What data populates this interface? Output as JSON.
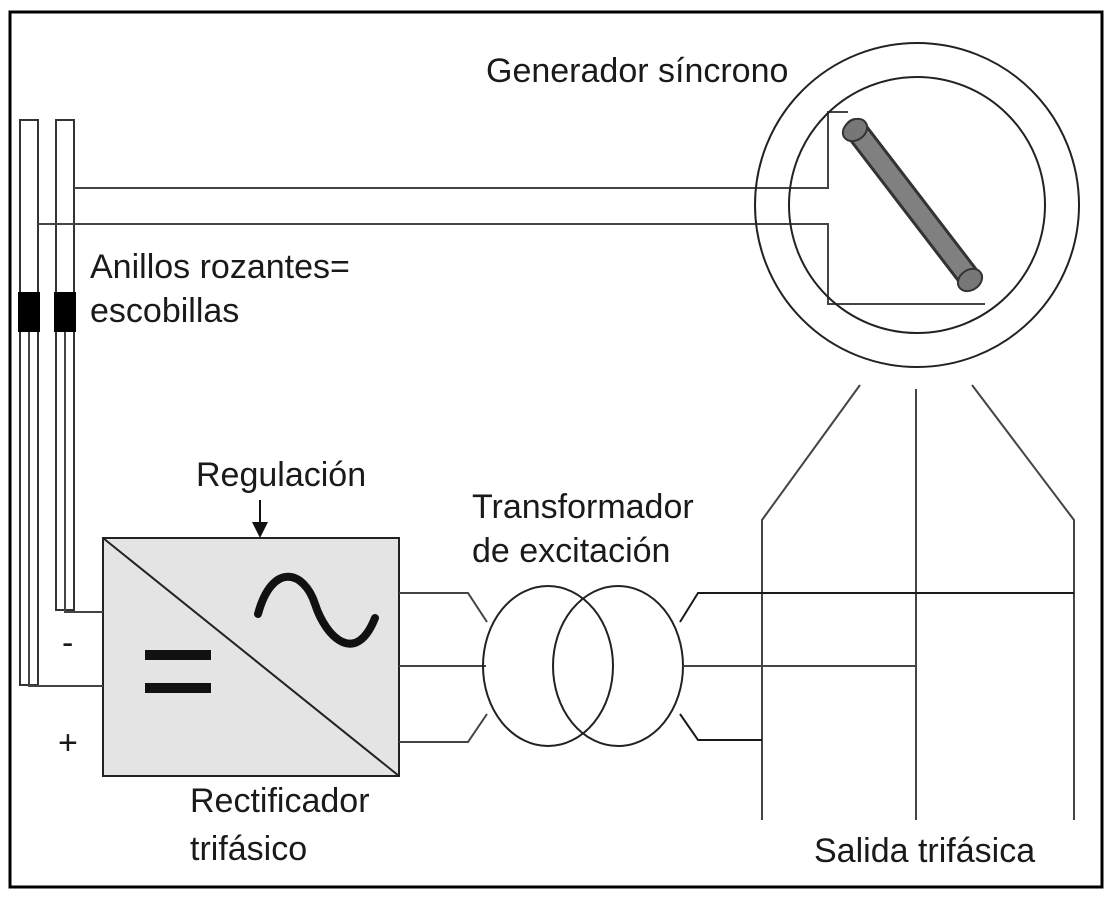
{
  "labels": {
    "generator": "Generador síncrono",
    "rings_line1": "Anillos rozantes=",
    "rings_line2": "escobillas",
    "regulation": "Regulación",
    "transformer_line1": "Transformador",
    "transformer_line2": "de excitación",
    "rectifier_line1": "Rectificador",
    "rectifier_line2": "trifásico",
    "output": "Salida trifásica",
    "minus": "-",
    "plus": "+"
  },
  "colors": {
    "border": "#000000",
    "rectifier_fill": "#e4e4e4",
    "rotor_fill": "#7d7d7d",
    "brush_fill": "#000000",
    "wire": "#444444"
  }
}
